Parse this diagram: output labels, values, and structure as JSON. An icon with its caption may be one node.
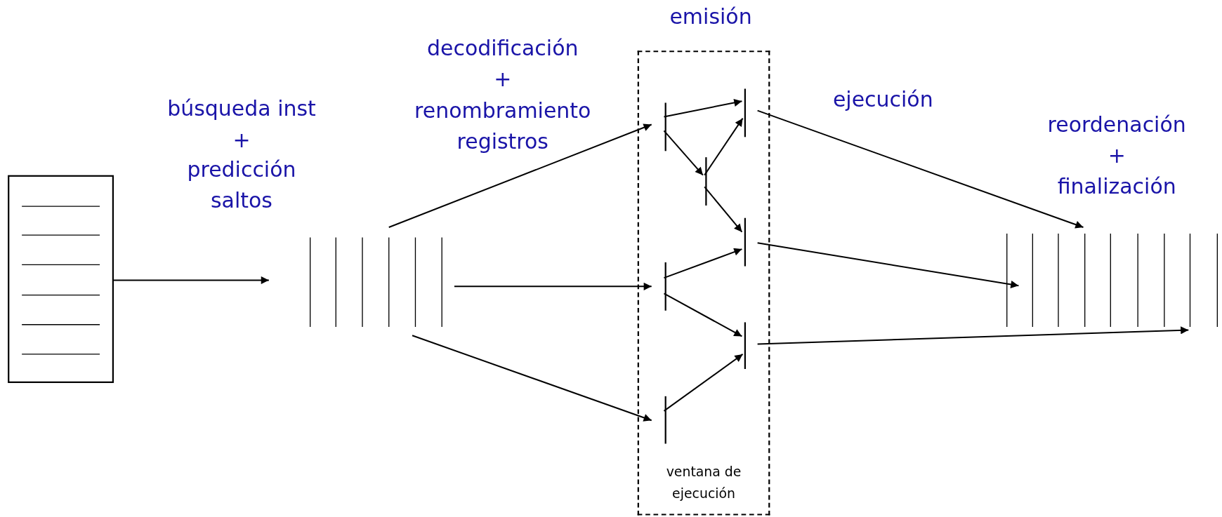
{
  "diagram": {
    "nodes": [
      {
        "text": [],
        "shape": "box"
      },
      {
        "text": [],
        "shape": "bar"
      },
      {
        "text": [
          "ventana de ejecución"
        ]
      },
      {
        "text": [],
        "shape": "bar",
        "in": 2
      },
      {
        "text": [],
        "shape": "bar",
        "in": 2
      },
      {
        "text": [],
        "shape": "bar",
        "in": 2
      },
      {
        "text": [],
        "shape": "bar",
        "in": 2
      },
      {
        "text": [],
        "shape": "bar",
        "in": 2
      },
      {
        "text": [],
        "shape": "bar",
        "in": 2
      },
      {
        "text": [],
        "shape": "bar",
        "in": 2
      },
      {
        "text": [],
        "shape": "bar"
      }
    ],
    "edges": [
      {
        "from": 0,
        "to": 1,
        "arrow": "to"
      },
      {
        "from": 1,
        "to": 4,
        "arrow": "to"
      },
      {
        "from": 1,
        "to": 7,
        "arrow": "to"
      },
      {
        "from": 1,
        "to": 9,
        "arrow": "to"
      },
      {
        "from": 4,
        "to": 3,
        "arrow": "to"
      },
      {
        "from": 4,
        "to": 5,
        "arrow": "to"
      },
      {
        "from": 5,
        "to": 3,
        "arrow": "to"
      },
      {
        "from": 5,
        "to": 6,
        "arrow": "to"
      },
      {
        "from": 7,
        "to": 6,
        "arrow": "to"
      },
      {
        "from": 7,
        "to": 8,
        "arrow": "to"
      },
      {
        "from": 9,
        "to": 8,
        "arrow": "to"
      },
      {
        "from": 3,
        "to": 10,
        "arrow": "to"
      },
      {
        "from": 6,
        "to": 10,
        "arrow": "to"
      },
      {
        "from": 8,
        "to": 10,
        "arrow": "to"
      }
    ],
    "labels": [
      "emisión",
      "decodificación",
      "+",
      "renombramiento registros",
      "búsqueda inst",
      "ejecución",
      "+",
      "reordenación",
      "predicción saltos",
      "+",
      "finalización"
    ]
  }
}
